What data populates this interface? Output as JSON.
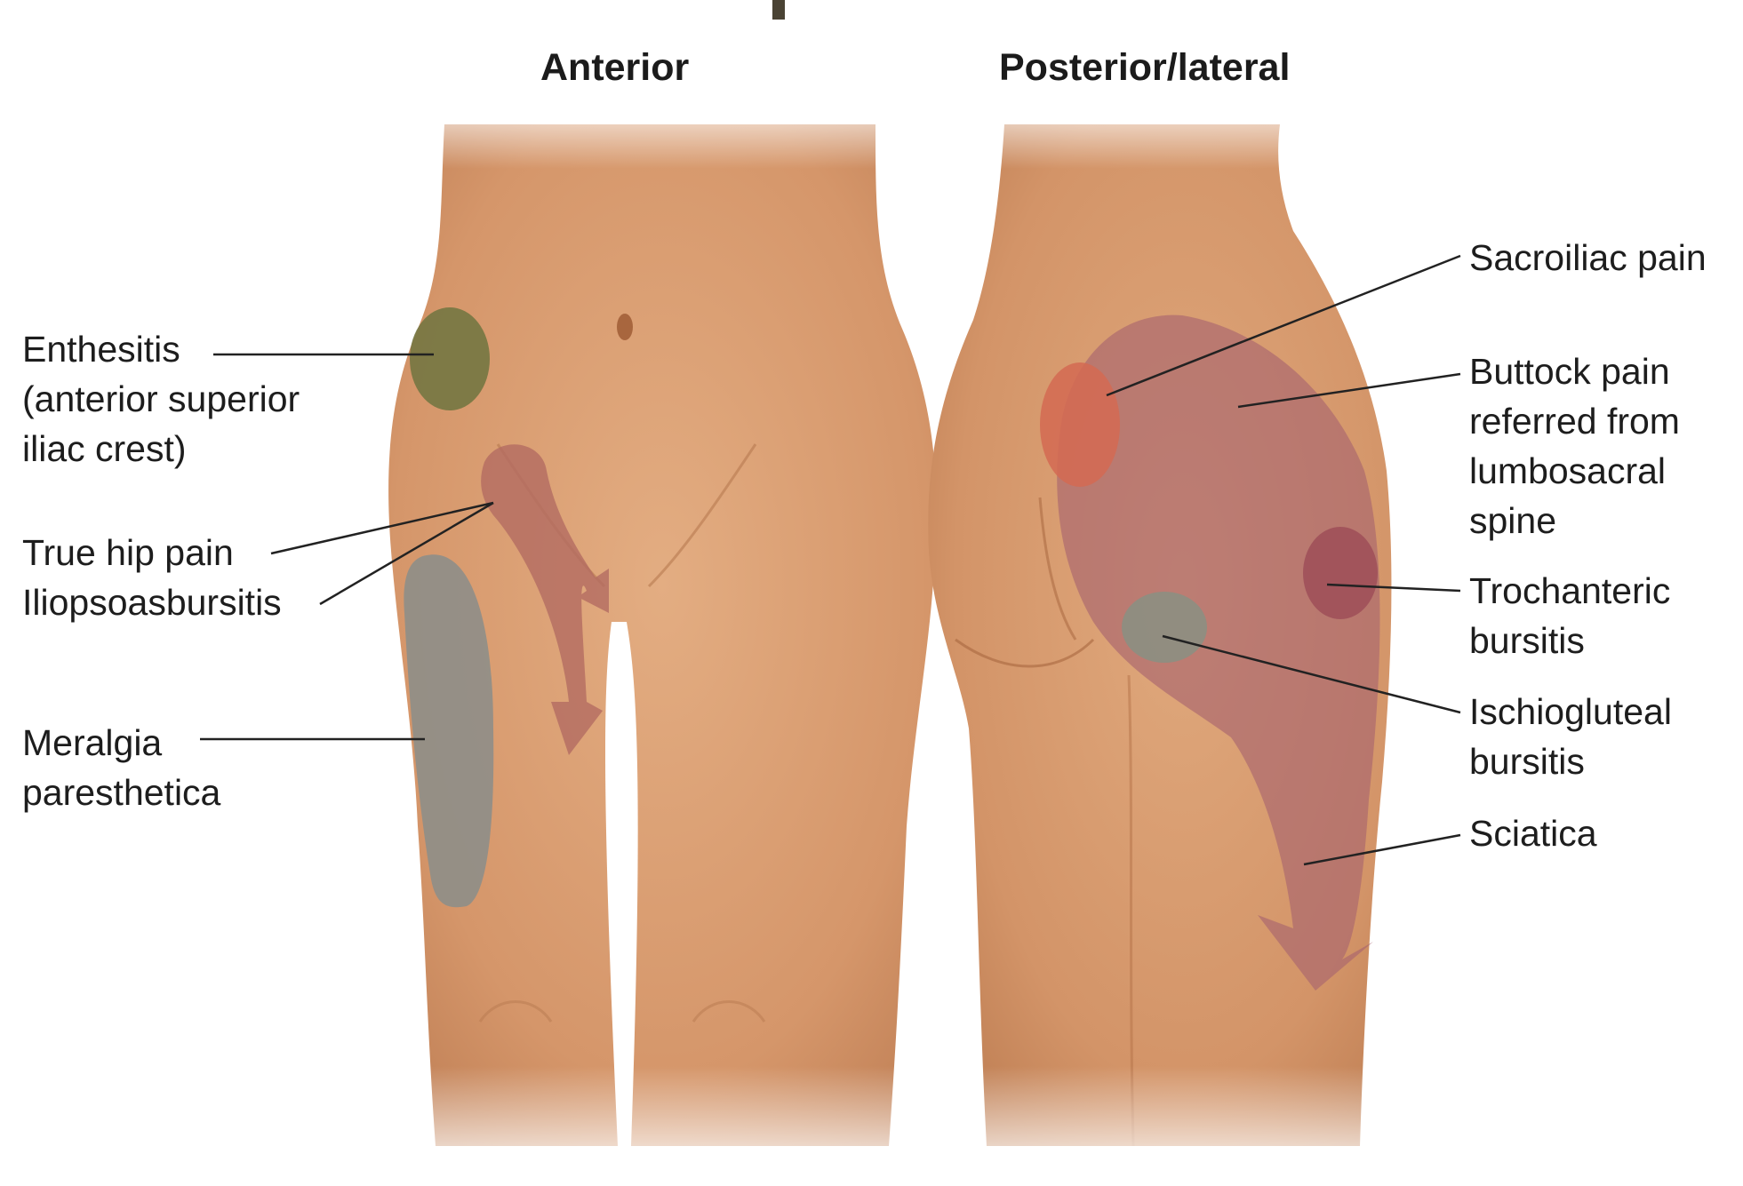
{
  "headings": {
    "anterior": "Anterior",
    "posterior": "Posterior/lateral"
  },
  "left_labels": {
    "enthesitis": [
      "Enthesitis",
      "(anterior superior",
      "iliac crest)"
    ],
    "true_hip_pain": "True hip pain",
    "iliopsoas": "Iliopsoasbursitis",
    "meralgia": [
      "Meralgia",
      "paresthetica"
    ]
  },
  "right_labels": {
    "sacroiliac": "Sacroiliac pain",
    "buttock": [
      "Buttock pain",
      "referred from",
      "lumbosacral",
      "spine"
    ],
    "trochanteric": [
      "Trochanteric",
      "bursitis"
    ],
    "ischiogluteal": [
      "Ischiogluteal",
      "bursitis"
    ],
    "sciatica": "Sciatica"
  },
  "colors": {
    "skin": "#d79a6c",
    "skin_shadow": "#b8784c",
    "enthesitis": "#6e7440",
    "iliopsoas": "#b36c62",
    "meralgia": "#8e8e88",
    "sacroiliac": "#d46a52",
    "buttock": "#a9656e",
    "trochanteric": "#9e4e58",
    "ischiogluteal": "#8c8f82",
    "sciatica": "#b0676a"
  }
}
